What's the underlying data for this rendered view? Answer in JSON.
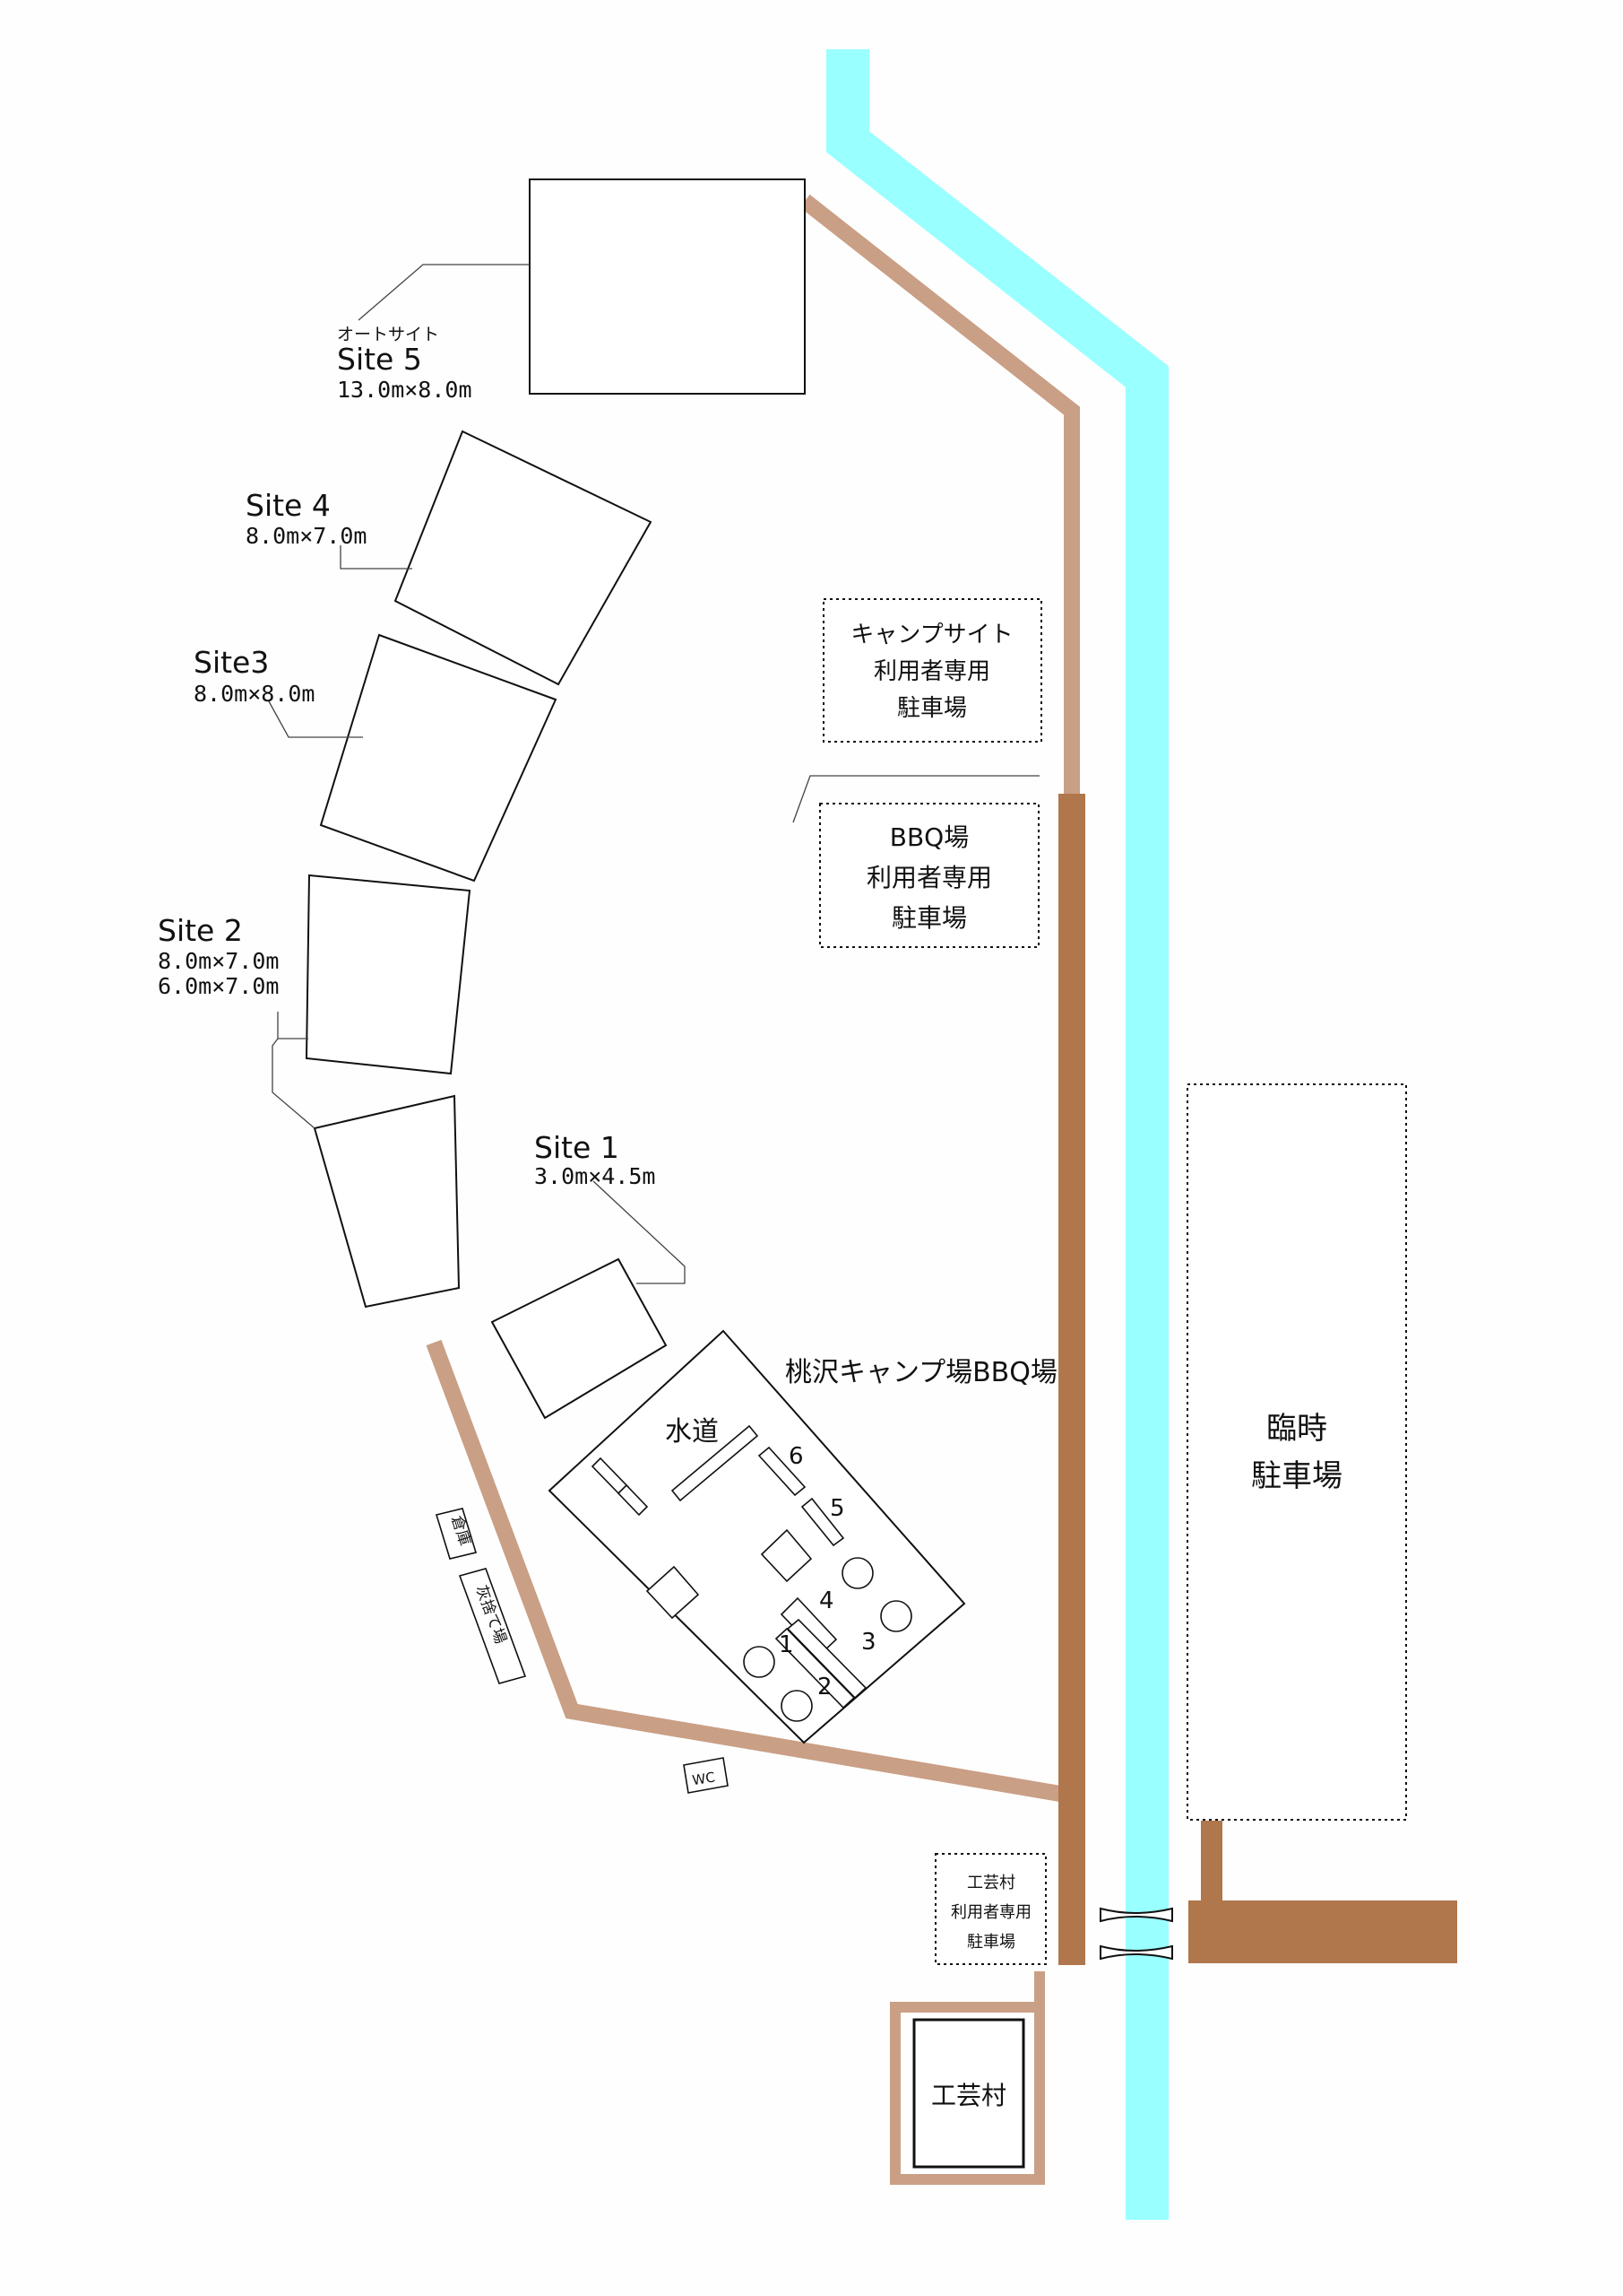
{
  "colors": {
    "river": "#99ffff",
    "path_light": "#c99f85",
    "path_dark": "#b0764c",
    "ink": "#111111"
  },
  "sites": {
    "site5": {
      "category": "オートサイト",
      "name": "Site 5",
      "size": "13.0m×8.0m"
    },
    "site4": {
      "name": "Site 4",
      "size": "8.0m×7.0m"
    },
    "site3": {
      "name": "Site3",
      "size": "8.0m×8.0m"
    },
    "site2": {
      "name": "Site 2",
      "size_a": "8.0m×7.0m",
      "size_b": "6.0m×7.0m"
    },
    "site1": {
      "name": "Site 1",
      "size": "3.0m×4.5m"
    }
  },
  "parking": {
    "campsite": [
      "キャンプサイト",
      "利用者専用",
      "駐車場"
    ],
    "bbq": [
      "BBQ場",
      "利用者専用",
      "駐車場"
    ],
    "temporary": [
      "臨時",
      "駐車場"
    ],
    "craft": [
      "工芸村",
      "利用者専用",
      "駐車場"
    ]
  },
  "bbq_area": {
    "title": "桃沢キャンプ場BBQ場",
    "water": "水道",
    "numbers": [
      "1",
      "2",
      "3",
      "4",
      "5",
      "6"
    ]
  },
  "facilities": {
    "storage": "倉庫",
    "ash_disposal": "灰捨て場",
    "toilet": "WC",
    "craft_village": "工芸村"
  }
}
